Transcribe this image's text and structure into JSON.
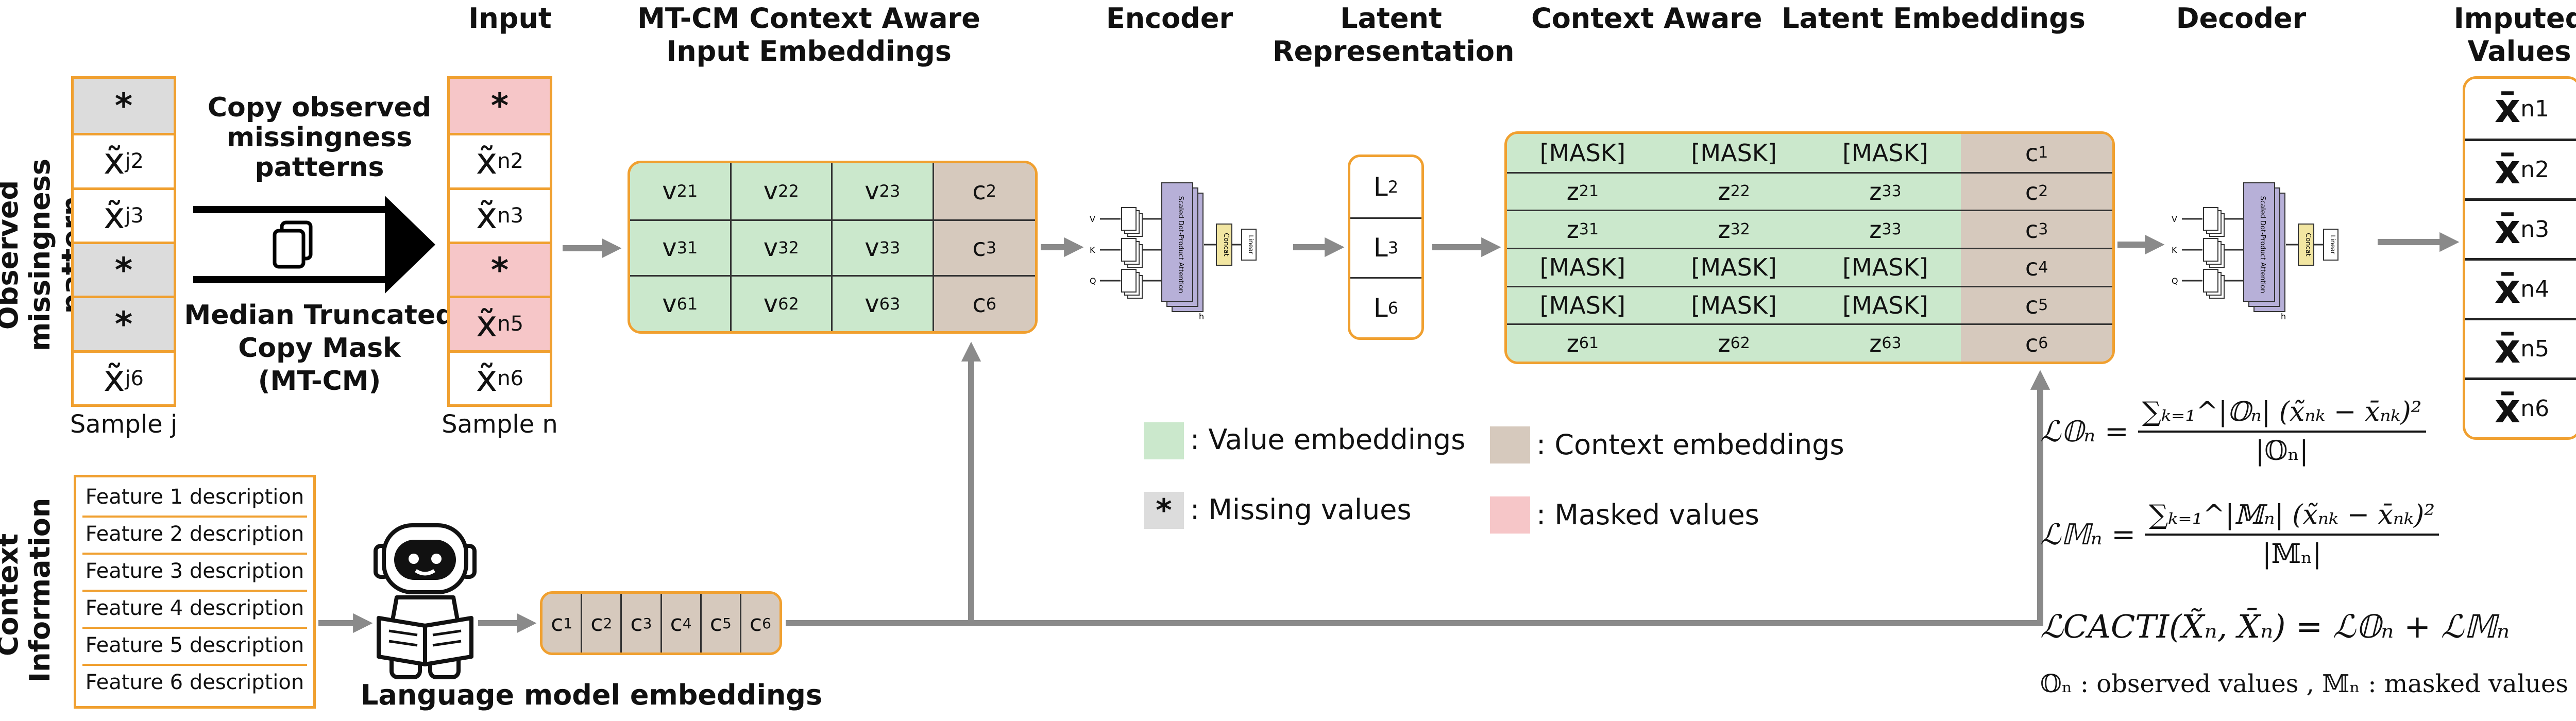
{
  "colors": {
    "orange": "#f0a030",
    "value_green": "#cbe8cc",
    "context_tan": "#d6c9bd",
    "masked_pink": "#f6c6c8",
    "missing_gray": "#dcdcdc",
    "arrow_gray": "#8a8a8a",
    "attn_purple": "#b7b0d8",
    "concat_yellow": "#f2e6a2"
  },
  "headers": {
    "input": "Input",
    "mtcm_line1": "MT-CM Context Aware",
    "mtcm_line2": "Input Embeddings",
    "encoder": "Encoder",
    "latent_line1": "Latent",
    "latent_line2": "Representation",
    "context_aware_latent": "Context Aware  Latent Embeddings",
    "decoder": "Decoder",
    "imputed_line1": "Imputed",
    "imputed_line2": "Values"
  },
  "side_labels": {
    "observed_line1": "Observed",
    "observed_line2": "missingness pattern",
    "context_line1": "Context",
    "context_line2": "Information"
  },
  "sample_j": {
    "label": "Sample j",
    "cells": [
      {
        "text": "*",
        "state": "missing"
      },
      {
        "text": "x̃",
        "sub": "j2",
        "state": "value"
      },
      {
        "text": "x̃",
        "sub": "j3",
        "state": "value"
      },
      {
        "text": "*",
        "state": "missing"
      },
      {
        "text": "*",
        "state": "missing"
      },
      {
        "text": "x̃",
        "sub": "j6",
        "state": "value"
      }
    ]
  },
  "copy_arrow": {
    "top_line1": "Copy observed",
    "top_line2": "missingness",
    "top_line3": "patterns",
    "icon": "copy-icon",
    "bottom_line1": "Median Truncated",
    "bottom_line2": "Copy Mask",
    "bottom_line3": "(MT-CM)"
  },
  "sample_n": {
    "label": "Sample n",
    "cells": [
      {
        "text": "*",
        "state": "masked"
      },
      {
        "text": "x̃",
        "sub": "n2",
        "state": "value"
      },
      {
        "text": "x̃",
        "sub": "n3",
        "state": "value"
      },
      {
        "text": "*",
        "state": "masked"
      },
      {
        "text": "x̃",
        "sub": "n5",
        "state": "masked"
      },
      {
        "text": "x̃",
        "sub": "n6",
        "state": "value"
      }
    ]
  },
  "input_embeddings": {
    "rows": [
      {
        "values": [
          {
            "t": "v",
            "s": "21"
          },
          {
            "t": "v",
            "s": "22"
          },
          {
            "t": "v",
            "s": "23"
          }
        ],
        "context": {
          "t": "c",
          "s": "2"
        }
      },
      {
        "values": [
          {
            "t": "v",
            "s": "31"
          },
          {
            "t": "v",
            "s": "32"
          },
          {
            "t": "v",
            "s": "33"
          }
        ],
        "context": {
          "t": "c",
          "s": "3"
        }
      },
      {
        "values": [
          {
            "t": "v",
            "s": "61"
          },
          {
            "t": "v",
            "s": "62"
          },
          {
            "t": "v",
            "s": "63"
          }
        ],
        "context": {
          "t": "c",
          "s": "6"
        }
      }
    ]
  },
  "transformer_block": {
    "inputs": [
      "V",
      "K",
      "Q"
    ],
    "linear": "Linear",
    "attention": "Scaled Dot-Product Attention",
    "concat": "Concat",
    "h": "h"
  },
  "latent": [
    {
      "t": "L",
      "s": "2"
    },
    {
      "t": "L",
      "s": "3"
    },
    {
      "t": "L",
      "s": "6"
    }
  ],
  "latent_embeddings": {
    "rows": [
      {
        "values": [
          "[MASK]",
          "[MASK]",
          "[MASK]"
        ],
        "context": {
          "t": "c",
          "s": "1"
        }
      },
      {
        "values": [
          {
            "t": "z",
            "s": "21"
          },
          {
            "t": "z",
            "s": "22"
          },
          {
            "t": "z",
            "s": "33"
          }
        ],
        "context": {
          "t": "c",
          "s": "2"
        }
      },
      {
        "values": [
          {
            "t": "z",
            "s": "31"
          },
          {
            "t": "z",
            "s": "32"
          },
          {
            "t": "z",
            "s": "33"
          }
        ],
        "context": {
          "t": "c",
          "s": "3"
        }
      },
      {
        "values": [
          "[MASK]",
          "[MASK]",
          "[MASK]"
        ],
        "context": {
          "t": "c",
          "s": "4"
        }
      },
      {
        "values": [
          "[MASK]",
          "[MASK]",
          "[MASK]"
        ],
        "context": {
          "t": "c",
          "s": "5"
        }
      },
      {
        "values": [
          {
            "t": "z",
            "s": "61"
          },
          {
            "t": "z",
            "s": "62"
          },
          {
            "t": "z",
            "s": "63"
          }
        ],
        "context": {
          "t": "c",
          "s": "6"
        }
      }
    ]
  },
  "imputed": [
    {
      "t": "x̄",
      "s": "n1"
    },
    {
      "t": "x̄",
      "s": "n2"
    },
    {
      "t": "x̄",
      "s": "n3"
    },
    {
      "t": "x̄",
      "s": "n4"
    },
    {
      "t": "x̄",
      "s": "n5"
    },
    {
      "t": "x̄",
      "s": "n6"
    }
  ],
  "legend": {
    "value": ": Value embeddings",
    "context": ": Context embeddings",
    "missing_symbol": "*",
    "missing": ": Missing values",
    "masked": ": Masked values"
  },
  "features": [
    "Feature 1 description",
    "Feature 2 description",
    "Feature 3 description",
    "Feature 4 description",
    "Feature 5 description",
    "Feature 6 description"
  ],
  "language_model": {
    "label": "Language model embeddings",
    "robot_icon": "robot-reading-icon",
    "cells": [
      {
        "t": "c",
        "s": "1"
      },
      {
        "t": "c",
        "s": "2"
      },
      {
        "t": "c",
        "s": "3"
      },
      {
        "t": "c",
        "s": "4"
      },
      {
        "t": "c",
        "s": "5"
      },
      {
        "t": "c",
        "s": "6"
      }
    ]
  },
  "equations": {
    "eq1_lhs": "ℒ𝕆ₙ =",
    "eq1_num": "∑ₖ₌₁^|𝕆ₙ| (x̃ₙₖ − x̄ₙₖ)²",
    "eq1_den": "|𝕆ₙ|",
    "eq2_lhs": "ℒ𝕄ₙ =",
    "eq2_num": "∑ₖ₌₁^|𝕄ₙ| (x̃ₙₖ − x̄ₙₖ)²",
    "eq2_den": "|𝕄ₙ|",
    "eq3": "ℒCACTI(X̃ₙ, X̄ₙ) = ℒ𝕆ₙ + ℒ𝕄ₙ",
    "note": "𝕆ₙ : observed values , 𝕄ₙ : masked values"
  }
}
